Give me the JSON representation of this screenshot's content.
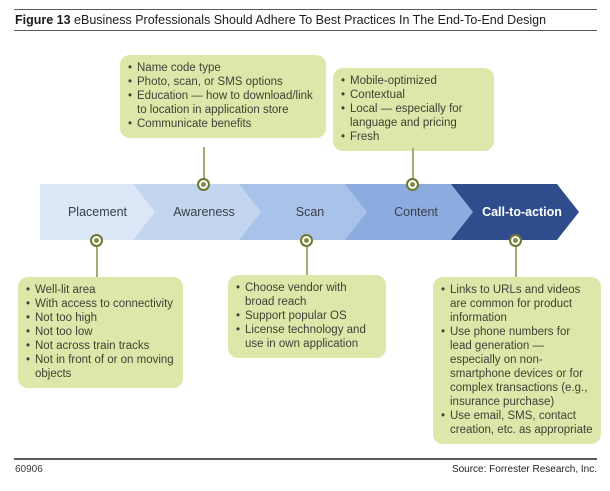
{
  "header": {
    "figure_label": "Figure 13",
    "title": " eBusiness Professionals Should Adhere To Best Practices In The End-To-End Design"
  },
  "chevrons": [
    {
      "label": "Placement",
      "color": "#dbe6f6",
      "text_color": "#394049"
    },
    {
      "label": "Awareness",
      "color": "#c3d5ef",
      "text_color": "#394049"
    },
    {
      "label": "Scan",
      "color": "#a9c2e9",
      "text_color": "#394049"
    },
    {
      "label": "Content",
      "color": "#8cacdf",
      "text_color": "#394049"
    },
    {
      "label": "Call-to-action",
      "color": "#2f4d8d",
      "text_color": "#ffffff"
    }
  ],
  "callouts": {
    "top": [
      {
        "anchor": "Awareness",
        "items": [
          "Name code type",
          "Photo, scan, or SMS options",
          "Education — how to download/link to location in application store",
          "Communicate benefits"
        ]
      },
      {
        "anchor": "Content",
        "items": [
          "Mobile-optimized",
          "Contextual",
          "Local — especially for language and pricing",
          "Fresh"
        ]
      }
    ],
    "bottom": [
      {
        "anchor": "Placement",
        "items": [
          "Well-lit area",
          "With access to connectivity",
          "Not too high",
          "Not too low",
          "Not across train tracks",
          "Not in front of or on moving objects"
        ]
      },
      {
        "anchor": "Scan",
        "items": [
          "Choose vendor with broad reach",
          "Support popular OS",
          "License technology and use in own application"
        ]
      },
      {
        "anchor": "Call-to-action",
        "items": [
          "Links to URLs and videos are common for product information",
          "Use phone numbers for lead generation — especially on non-smartphone devices or for complex transactions (e.g., insurance purchase)",
          "Use email, SMS, contact creation, etc. as appropriate"
        ]
      }
    ]
  },
  "footer": {
    "figure_id": "60906",
    "source": "Source: Forrester Research, Inc."
  },
  "colors": {
    "callout_bg": "#dde7a9",
    "callout_text": "#3f4136",
    "connector": "#a3ab77",
    "dot_ring": "#6e7a33",
    "dot_fill": "#828c49",
    "band_label": "#394049",
    "cta_label": "#ffffff",
    "rule": "#58595d"
  }
}
